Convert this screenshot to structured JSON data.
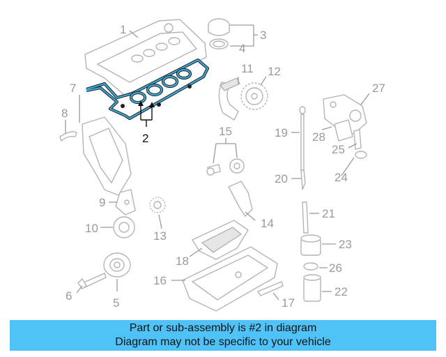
{
  "colors": {
    "banner_bg": "#4fc3f7",
    "highlight": "#3fa9d6",
    "part_grey": "#b4b4b4"
  },
  "callouts": {
    "c1": "1",
    "c2": "2",
    "c3": "3",
    "c4": "4",
    "c5": "5",
    "c6": "6",
    "c7": "7",
    "c8": "8",
    "c9": "9",
    "c10": "10",
    "c11": "11",
    "c12": "12",
    "c13": "13",
    "c14": "14",
    "c15": "15",
    "c16": "16",
    "c17": "17",
    "c18": "18",
    "c19": "19",
    "c20": "20",
    "c21": "21",
    "c22": "22",
    "c23": "23",
    "c24": "24",
    "c25": "25",
    "c26": "26",
    "c27": "27",
    "c28": "28"
  },
  "highlighted_part": "2",
  "banner": {
    "line1": "Part or sub-assembly is #2 in diagram",
    "line2": "Diagram may not be specific to your vehicle"
  }
}
